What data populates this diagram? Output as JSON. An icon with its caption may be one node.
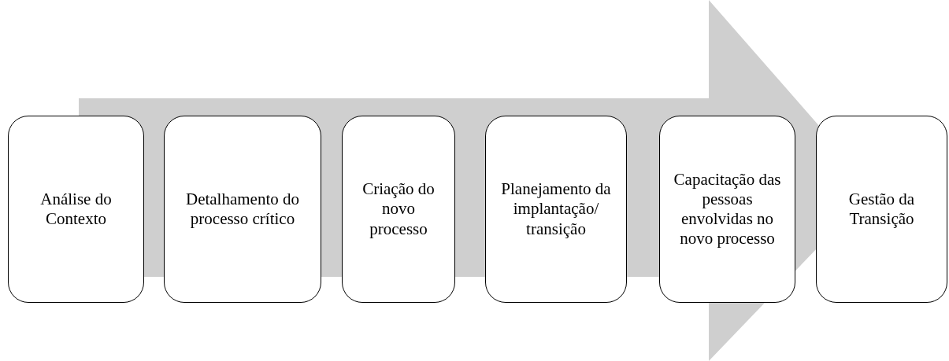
{
  "diagram": {
    "nodes": [
      {
        "text": [
          "Análise do Contexto"
        ]
      },
      {
        "text": [
          "Detalhamento do processo crítico"
        ]
      },
      {
        "text": [
          "Criação do novo processo"
        ]
      },
      {
        "text": [
          "Planejamento da implantação/ transição"
        ]
      },
      {
        "text": [
          "Capacitação das pessoas envolvidas no novo processo"
        ]
      },
      {
        "text": [
          "Gestão da Transição"
        ]
      }
    ],
    "edges": [
      {
        "from": 0,
        "to": 5,
        "arrow": "to"
      }
    ]
  }
}
